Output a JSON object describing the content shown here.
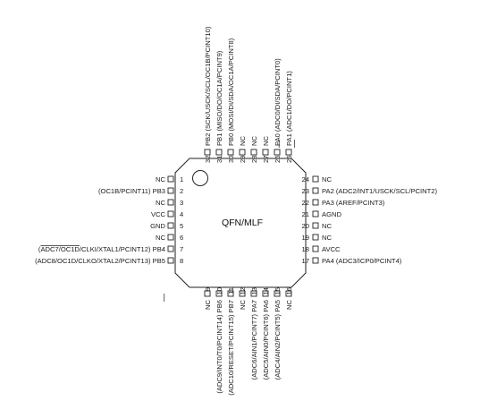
{
  "package_label": "QFN/MLF",
  "left_pins": [
    {
      "num": "1",
      "label": "NC"
    },
    {
      "num": "2",
      "label": "(OC1B/PCINT11) PB3"
    },
    {
      "num": "3",
      "label": "NC"
    },
    {
      "num": "4",
      "label": "VCC"
    },
    {
      "num": "5",
      "label": "GND"
    },
    {
      "num": "6",
      "label": "NC"
    },
    {
      "num": "7",
      "label": "(ADC7/OC1D/CLKI/XTAL1/PCINT12) PB4",
      "overline": "ADC7/OC1D"
    },
    {
      "num": "8",
      "label": "(ADC8/OC1D/CLKO/XTAL2/PCINT13) PB5"
    }
  ],
  "right_pins": [
    {
      "num": "24",
      "label": "NC"
    },
    {
      "num": "23",
      "label": "PA2 (ADC2/INT1/USCK/SCL/PCINT2)"
    },
    {
      "num": "22",
      "label": "PA3 (AREF/PCINT3)"
    },
    {
      "num": "21",
      "label": "AGND"
    },
    {
      "num": "20",
      "label": "NC"
    },
    {
      "num": "19",
      "label": "NC"
    },
    {
      "num": "18",
      "label": "AVCC"
    },
    {
      "num": "17",
      "label": "PA4 (ADC3/ICP0/PCINT4)"
    }
  ],
  "top_pins": [
    {
      "num": "32",
      "label": "PB2 (SCK/USCK/SCL/OC1B/PCINT10)",
      "overline": "OC1B"
    },
    {
      "num": "31",
      "label": "PB1 (MISO/DO/OC1A/PCINT9)"
    },
    {
      "num": "30",
      "label": "PB0 (MOSI/DI/SDA/OC1A/PCINT8)",
      "overline": "OC1A"
    },
    {
      "num": "29",
      "label": "NC"
    },
    {
      "num": "28",
      "label": "NC"
    },
    {
      "num": "27",
      "label": "NC"
    },
    {
      "num": "26",
      "label": "PA0 (ADC0/DI/SDA/PCINT0)"
    },
    {
      "num": "25",
      "label": "PA1 (ADC1/DO/PCINT1)"
    }
  ],
  "bottom_pins": [
    {
      "num": "9",
      "label": "NC"
    },
    {
      "num": "10",
      "label": "(ADC9/INT0/T0/PCINT14) PB6"
    },
    {
      "num": "11",
      "label": "(ADC10/RESET/PCINT15) PB7",
      "overline": "RESET"
    },
    {
      "num": "12",
      "label": "NC"
    },
    {
      "num": "13",
      "label": "(ADC6/AIN1/PCINT7) PA7"
    },
    {
      "num": "14",
      "label": "(ADC5/AIN0/PCINT6) PA6"
    },
    {
      "num": "15",
      "label": "(ADC4/AIN2/PCINT5) PA5"
    },
    {
      "num": "16",
      "label": "NC"
    }
  ]
}
